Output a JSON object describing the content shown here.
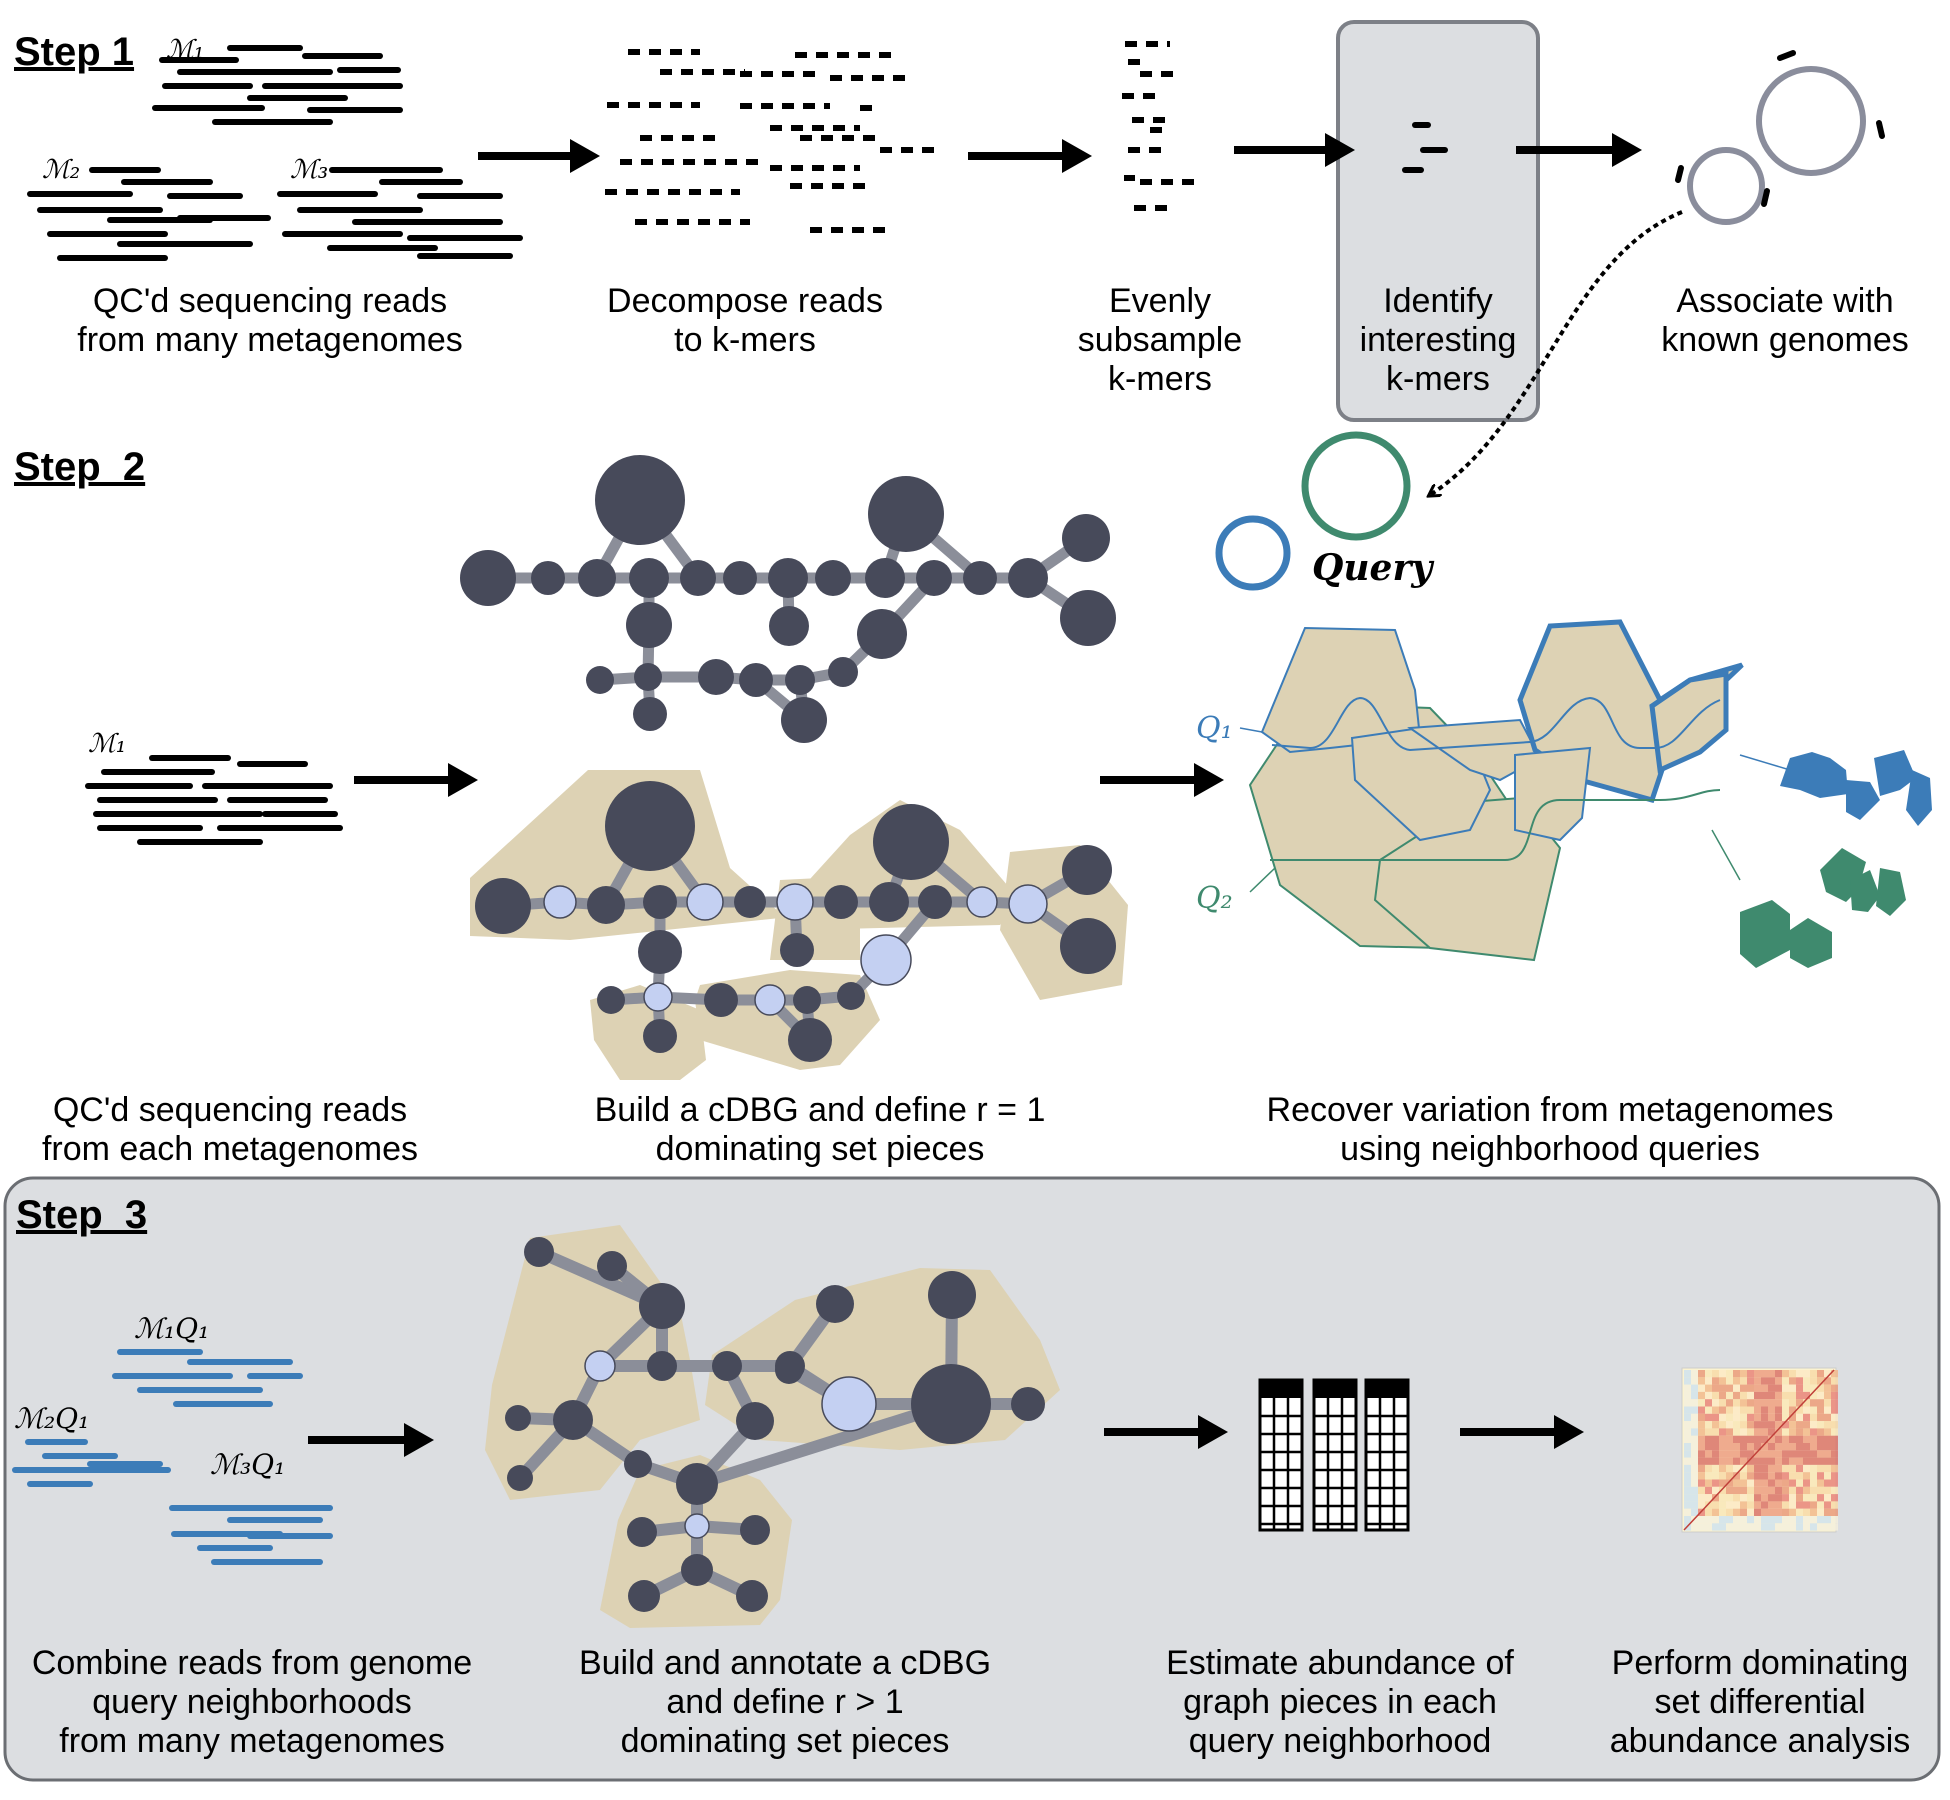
{
  "step1": {
    "title": "Step 1",
    "metagenome_labels": [
      "ℳ₁",
      "ℳ₂",
      "ℳ₃"
    ],
    "captions": [
      {
        "line1": "QC'd sequencing reads",
        "line2": "from many metagenomes",
        "line3": ""
      },
      {
        "line1": "Decompose reads",
        "line2": "to k-mers",
        "line3": ""
      },
      {
        "line1": "Evenly",
        "line2": "subsample",
        "line3": "k-mers"
      },
      {
        "line1": "Identify",
        "line2": "interesting",
        "line3": "k-mers"
      },
      {
        "line1": "Associate with",
        "line2": "known genomes",
        "line3": ""
      }
    ]
  },
  "step2": {
    "title": "Step  2",
    "metagenome_label": "ℳ₁",
    "query_label": "Query",
    "query_labels": [
      "Q₁",
      "Q₂"
    ],
    "captions": [
      {
        "line1": "QC'd sequencing reads",
        "line2": "from each metagenomes"
      },
      {
        "line1": "Build a cDBG and define r = 1",
        "line2": "dominating set pieces"
      },
      {
        "line1": "Recover variation from metagenomes",
        "line2": "using neighborhood queries"
      }
    ]
  },
  "step3": {
    "title": "Step  3",
    "read_labels": [
      "ℳ₁Q₁",
      "ℳ₂Q₁",
      "ℳ₃Q₁"
    ],
    "captions": [
      {
        "line1": "Combine reads from genome",
        "line2": "query neighborhoods",
        "line3": "from many metagenomes"
      },
      {
        "line1": "Build and annotate a cDBG",
        "line2": "and define r > 1",
        "line3": "dominating set pieces"
      },
      {
        "line1": "Estimate abundance of",
        "line2": "graph pieces in each",
        "line3": "query neighborhood"
      },
      {
        "line1": "Perform dominating",
        "line2": "set differential",
        "line3": "abundance analysis"
      }
    ]
  },
  "colors": {
    "node_dark": "#474a5a",
    "node_light": "#c4d0f2",
    "edge": "#8b8e99",
    "piece_fill": "#ddd2b4",
    "panel_grey": "#dcdee1",
    "query_blue": "#3c7cb8",
    "query_green": "#3f8a6e"
  }
}
